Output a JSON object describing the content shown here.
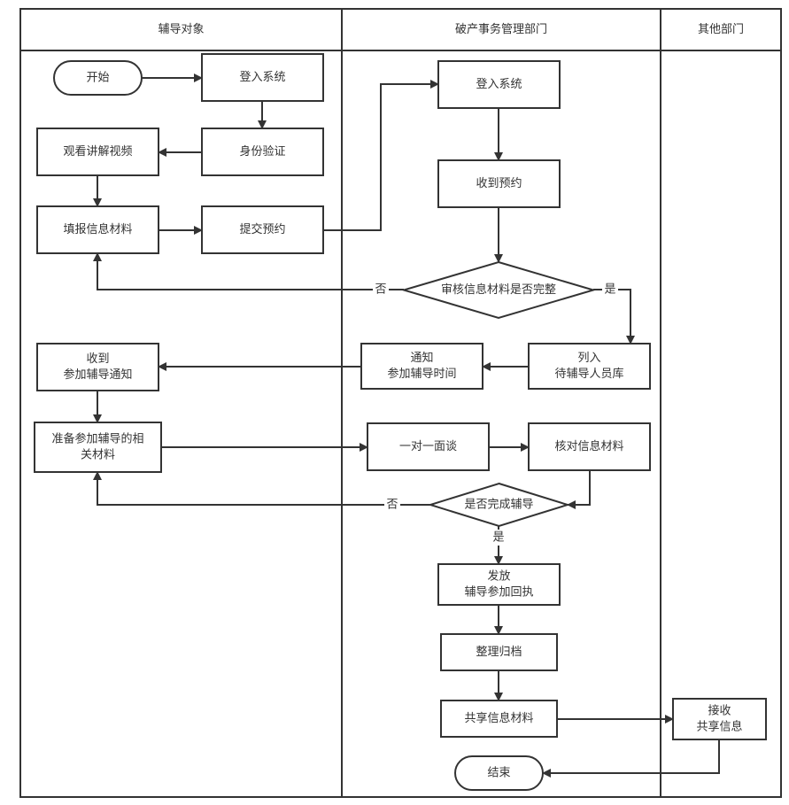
{
  "title": "破产事务管理部门辅导流程",
  "lanes": [
    {
      "id": "lane-target",
      "label": "辅导对象"
    },
    {
      "id": "lane-bankruptcy",
      "label": "破产事务管理部门"
    },
    {
      "id": "lane-other",
      "label": "其他部门"
    }
  ],
  "nodes": [
    {
      "id": "start",
      "shape": "terminal",
      "lines": [
        "开始"
      ]
    },
    {
      "id": "login-a",
      "shape": "process",
      "lines": [
        "登入系统"
      ]
    },
    {
      "id": "verify",
      "shape": "process",
      "lines": [
        "身份验证"
      ]
    },
    {
      "id": "video",
      "shape": "process",
      "lines": [
        "观看讲解视频"
      ]
    },
    {
      "id": "fill",
      "shape": "process",
      "lines": [
        "填报信息材料"
      ]
    },
    {
      "id": "submit",
      "shape": "process",
      "lines": [
        "提交预约"
      ]
    },
    {
      "id": "login-b",
      "shape": "process",
      "lines": [
        "登入系统"
      ]
    },
    {
      "id": "receive",
      "shape": "process",
      "lines": [
        "收到预约"
      ]
    },
    {
      "id": "check",
      "shape": "decision",
      "lines": [
        "审核信息材料是否完整"
      ]
    },
    {
      "id": "list",
      "shape": "process",
      "lines": [
        "列入",
        "待辅导人员库"
      ]
    },
    {
      "id": "notify",
      "shape": "process",
      "lines": [
        "通知",
        "参加辅导时间"
      ]
    },
    {
      "id": "got-notice",
      "shape": "process",
      "lines": [
        "收到",
        "参加辅导通知"
      ]
    },
    {
      "id": "prepare",
      "shape": "process",
      "lines": [
        "准备参加辅导的相",
        "关材料"
      ]
    },
    {
      "id": "interview",
      "shape": "process",
      "lines": [
        "一对一面谈"
      ]
    },
    {
      "id": "verify-docs",
      "shape": "process",
      "lines": [
        "核对信息材料"
      ]
    },
    {
      "id": "done",
      "shape": "decision",
      "lines": [
        "是否完成辅导"
      ]
    },
    {
      "id": "issue",
      "shape": "process",
      "lines": [
        "发放",
        "辅导参加回执"
      ]
    },
    {
      "id": "archive",
      "shape": "process",
      "lines": [
        "整理归档"
      ]
    },
    {
      "id": "share",
      "shape": "process",
      "lines": [
        "共享信息材料"
      ]
    },
    {
      "id": "accept",
      "shape": "process",
      "lines": [
        "接收",
        "共享信息"
      ]
    },
    {
      "id": "end",
      "shape": "terminal",
      "lines": [
        "结束"
      ]
    }
  ],
  "edges": [
    {
      "from": "start",
      "to": "login-a",
      "label": ""
    },
    {
      "from": "login-a",
      "to": "verify",
      "label": ""
    },
    {
      "from": "verify",
      "to": "video",
      "label": ""
    },
    {
      "from": "video",
      "to": "fill",
      "label": ""
    },
    {
      "from": "fill",
      "to": "submit",
      "label": ""
    },
    {
      "from": "submit",
      "to": "login-b",
      "label": ""
    },
    {
      "from": "login-b",
      "to": "receive",
      "label": ""
    },
    {
      "from": "receive",
      "to": "check",
      "label": ""
    },
    {
      "from": "check",
      "to": "fill",
      "label": "否"
    },
    {
      "from": "check",
      "to": "list",
      "label": "是"
    },
    {
      "from": "list",
      "to": "notify",
      "label": ""
    },
    {
      "from": "notify",
      "to": "got-notice",
      "label": ""
    },
    {
      "from": "got-notice",
      "to": "prepare",
      "label": ""
    },
    {
      "from": "prepare",
      "to": "interview",
      "label": ""
    },
    {
      "from": "interview",
      "to": "verify-docs",
      "label": ""
    },
    {
      "from": "verify-docs",
      "to": "done",
      "label": ""
    },
    {
      "from": "done",
      "to": "prepare",
      "label": "否"
    },
    {
      "from": "done",
      "to": "issue",
      "label": "是"
    },
    {
      "from": "issue",
      "to": "archive",
      "label": ""
    },
    {
      "from": "archive",
      "to": "share",
      "label": ""
    },
    {
      "from": "share",
      "to": "accept",
      "label": ""
    },
    {
      "from": "accept",
      "to": "end",
      "label": ""
    }
  ]
}
